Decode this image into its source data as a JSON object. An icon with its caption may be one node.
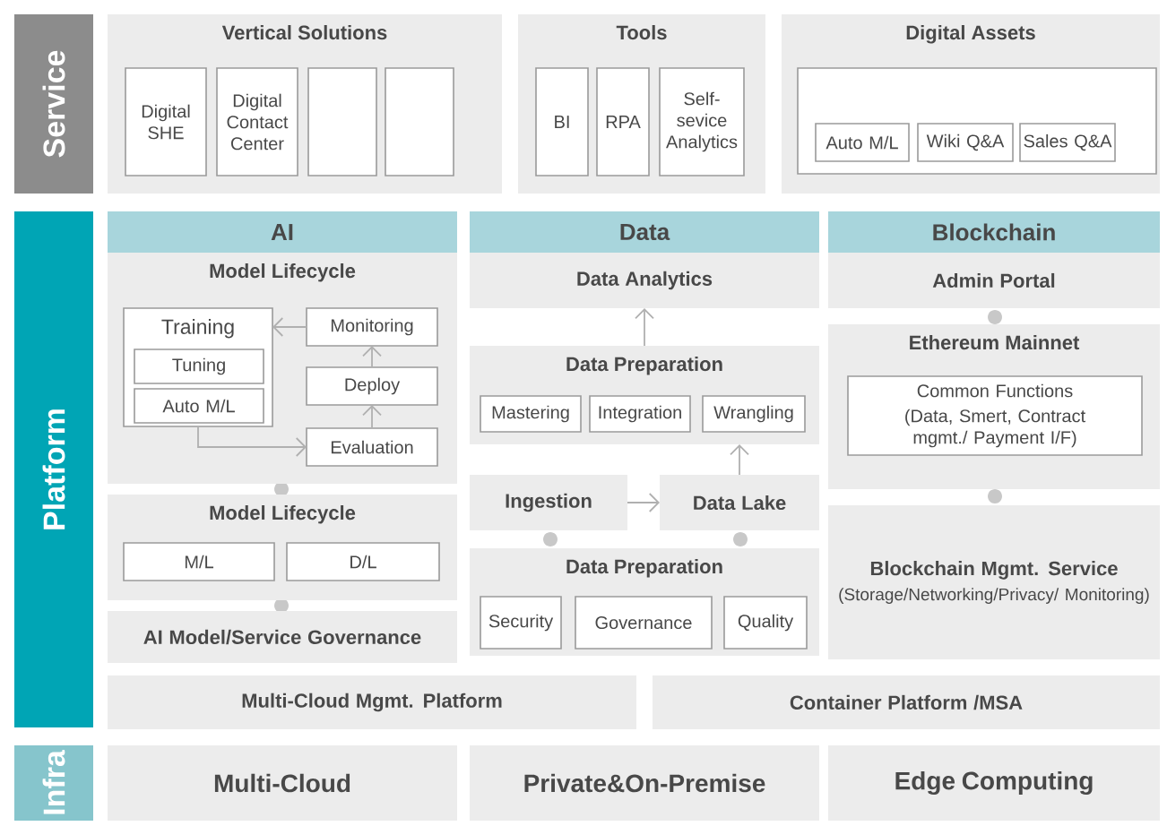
{
  "diagram": {
    "nodes": [
      {
        "text": [
          "Service"
        ]
      },
      {
        "text": [
          "Vertical Solutions"
        ]
      },
      {
        "text": [
          "Digital SHE"
        ],
        "in": 1
      },
      {
        "text": [
          "Digital Contact Center"
        ],
        "in": 1
      },
      {
        "text": [],
        "shape": "box",
        "in": 1
      },
      {
        "text": [],
        "shape": "box",
        "in": 1
      },
      {
        "text": [
          "Tools"
        ]
      },
      {
        "text": [
          "BI"
        ],
        "in": 6
      },
      {
        "text": [
          "RPA"
        ],
        "in": 6
      },
      {
        "text": [
          "Self-sevice Analytics"
        ],
        "in": 6
      },
      {
        "text": [
          "Digital Assets"
        ]
      },
      {
        "text": [],
        "shape": "box",
        "in": 10
      },
      {
        "text": [
          "Auto M/L"
        ],
        "in": 11
      },
      {
        "text": [
          "Wiki Q&A"
        ],
        "in": 11
      },
      {
        "text": [
          "Sales Q&A"
        ],
        "in": 11
      },
      {
        "text": [
          "Platform"
        ]
      },
      {
        "text": [
          "AI"
        ]
      },
      {
        "text": [
          "Model Lifecycle"
        ]
      },
      {
        "text": [
          "Training"
        ],
        "in": 17
      },
      {
        "text": [
          "Tuning"
        ],
        "in": 18
      },
      {
        "text": [
          "Auto M/L"
        ],
        "in": 18
      },
      {
        "text": [
          "Monitoring"
        ],
        "in": 17
      },
      {
        "text": [
          "Deploy"
        ],
        "in": 17
      },
      {
        "text": [
          "Evaluation"
        ],
        "in": 17
      },
      {
        "text": [
          "Model Lifecycle"
        ]
      },
      {
        "text": [
          "M/L"
        ],
        "in": 24
      },
      {
        "text": [
          "D/L"
        ],
        "in": 24
      },
      {
        "text": [
          "AI Model/Service Governance"
        ]
      },
      {
        "text": [
          "Data"
        ]
      },
      {
        "text": [
          "Data Analytics"
        ]
      },
      {
        "text": [
          "Data Preparation"
        ]
      },
      {
        "text": [
          "Mastering"
        ],
        "in": 30
      },
      {
        "text": [
          "Integration"
        ],
        "in": 30
      },
      {
        "text": [
          "Wrangling"
        ],
        "in": 30
      },
      {
        "text": [
          "Ingestion"
        ]
      },
      {
        "text": [
          "Data Lake"
        ]
      },
      {
        "text": [
          "Data Preparation"
        ]
      },
      {
        "text": [
          "Security"
        ],
        "in": 36
      },
      {
        "text": [
          "Governance"
        ],
        "in": 36
      },
      {
        "text": [
          "Quality"
        ],
        "in": 36
      },
      {
        "text": [
          "Blockchain"
        ]
      },
      {
        "text": [
          "Admin Portal"
        ]
      },
      {
        "text": [
          "Ethereum Mainnet"
        ]
      },
      {
        "text": [
          "Common Functions",
          "(Data, Smert, Contract mgmt./ Payment I/F)"
        ],
        "in": 42
      },
      {
        "text": [
          "Blockchain Mgmt. Service",
          "(Storage/Networking/Privacy/ Monitoring)"
        ]
      },
      {
        "text": [
          "Multi-Cloud Mgmt. Platform"
        ]
      },
      {
        "text": [
          "Container Platform /MSA"
        ]
      },
      {
        "text": [
          "Infra"
        ]
      },
      {
        "text": [
          "Multi-Cloud"
        ]
      },
      {
        "text": [
          "Private&On-Premise"
        ]
      },
      {
        "text": [
          "Edge Computing"
        ]
      }
    ],
    "edges": [
      {
        "from": 21,
        "to": 18,
        "arrow": "to"
      },
      {
        "from": 18,
        "to": 23,
        "arrow": "to"
      },
      {
        "from": 23,
        "to": 22,
        "arrow": "to"
      },
      {
        "from": 22,
        "to": 21,
        "arrow": "to"
      },
      {
        "from": 30,
        "to": 29,
        "arrow": "to"
      },
      {
        "from": 34,
        "to": 35,
        "arrow": "to"
      },
      {
        "from": 35,
        "to": 30,
        "arrow": "to"
      }
    ]
  }
}
